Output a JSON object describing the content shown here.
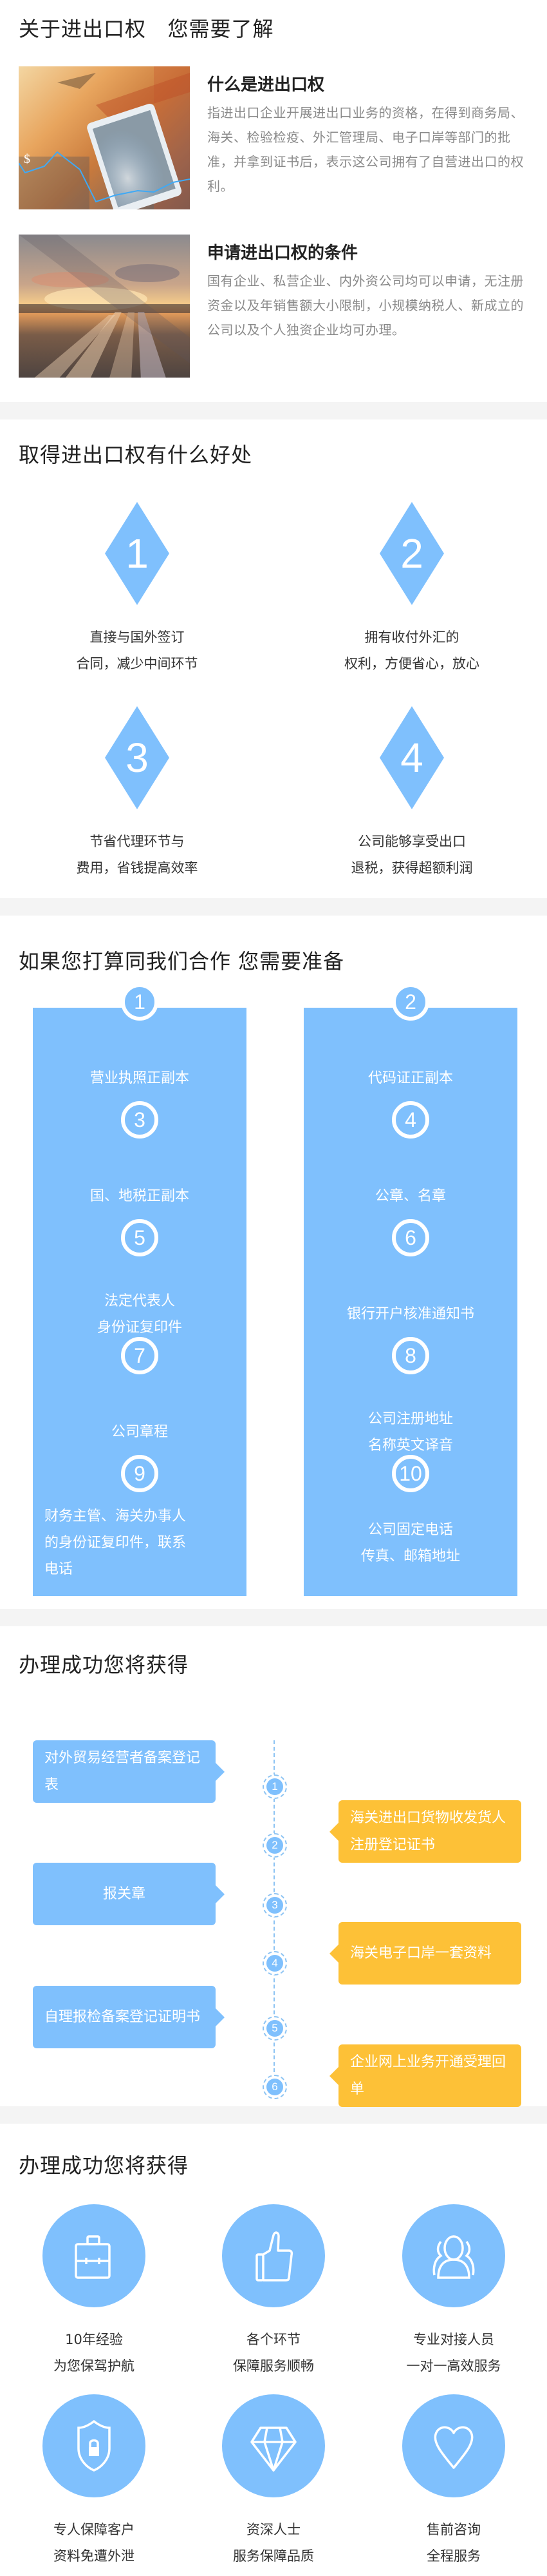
{
  "about": {
    "title": "关于进出口权   您需要了解",
    "items": [
      {
        "heading": "什么是进出口权",
        "body": "指进出口企业开展进出口业务的资格，在得到商务局、海关、检验检疫、外汇管理局、电子口岸等部门的批准，并拿到证书后，表示这公司拥有了自营进出口的权利。",
        "image": "trade-tablet-photo"
      },
      {
        "heading": "申请进出口权的条件",
        "body": "国有企业、私营企业、内外资公司均可以申请，无注册资金以及年销售额大小限制，小规模纳税人、新成立的公司以及个人独资企业均可办理。",
        "image": "railway-sunset-photo"
      }
    ]
  },
  "benefits": {
    "title": "取得进出口权有什么好处",
    "items": [
      {
        "num": "1",
        "line1": "直接与国外签订",
        "line2": "合同，减少中间环节"
      },
      {
        "num": "2",
        "line1": "拥有收付外汇的",
        "line2": "权利，方便省心，放心"
      },
      {
        "num": "3",
        "line1": "节省代理环节与",
        "line2": "费用，省钱提高效率"
      },
      {
        "num": "4",
        "line1": "公司能够享受出口",
        "line2": "退税，获得超额利润"
      }
    ]
  },
  "requirements": {
    "title": "如果您打算同我们合作 您需要准备",
    "items": [
      {
        "num": "1",
        "lines": [
          "营业执照正副本"
        ]
      },
      {
        "num": "2",
        "lines": [
          "代码证正副本"
        ]
      },
      {
        "num": "3",
        "lines": [
          "国、地税正副本"
        ]
      },
      {
        "num": "4",
        "lines": [
          "公章、名章"
        ]
      },
      {
        "num": "5",
        "lines": [
          "法定代表人",
          "身份证复印件"
        ]
      },
      {
        "num": "6",
        "lines": [
          "银行开户核准通知书"
        ]
      },
      {
        "num": "7",
        "lines": [
          "公司章程"
        ]
      },
      {
        "num": "8",
        "lines": [
          "公司注册地址",
          "名称英文译音"
        ]
      },
      {
        "num": "9",
        "lines": [
          "财务主管、海关办事人",
          "的身份证复印件，联系",
          "电话"
        ]
      },
      {
        "num": "10",
        "lines": [
          "公司固定电话",
          "传真、邮箱地址"
        ]
      }
    ]
  },
  "deliverables": {
    "title": "办理成功您将获得",
    "items": [
      {
        "num": "1",
        "side": "left",
        "text": "对外贸易经营者备案登记表"
      },
      {
        "num": "2",
        "side": "right",
        "text": "海关进出口货物收发货人注册登记证书"
      },
      {
        "num": "3",
        "side": "left",
        "text": "报关章"
      },
      {
        "num": "4",
        "side": "right",
        "text": "海关电子口岸一套资料"
      },
      {
        "num": "5",
        "side": "left",
        "text": "自理报检备案登记证明书"
      },
      {
        "num": "6",
        "side": "right",
        "text": "企业网上业务开通受理回单"
      }
    ]
  },
  "advantages": {
    "title": "办理成功您将获得",
    "items": [
      {
        "icon": "briefcase-icon",
        "line1": "10年经验",
        "line2": "为您保驾护航"
      },
      {
        "icon": "thumbs-up-icon",
        "line1": "各个环节",
        "line2": "保障服务顺畅"
      },
      {
        "icon": "users-icon",
        "line1": "专业对接人员",
        "line2": "一对一高效服务"
      },
      {
        "icon": "shield-lock-icon",
        "line1": "专人保障客户",
        "line2": "资料免遭外泄"
      },
      {
        "icon": "diamond-icon",
        "line1": "资深人士",
        "line2": "服务保障品质"
      },
      {
        "icon": "heart-icon",
        "line1": "售前咨询",
        "line2": "全程服务"
      }
    ]
  },
  "colors": {
    "primary_blue": "#7fc0fd",
    "accent_orange": "#fdc137",
    "divider_gray": "#f4f4f4",
    "title_text": "#222222",
    "body_text": "#8a8a8a"
  }
}
